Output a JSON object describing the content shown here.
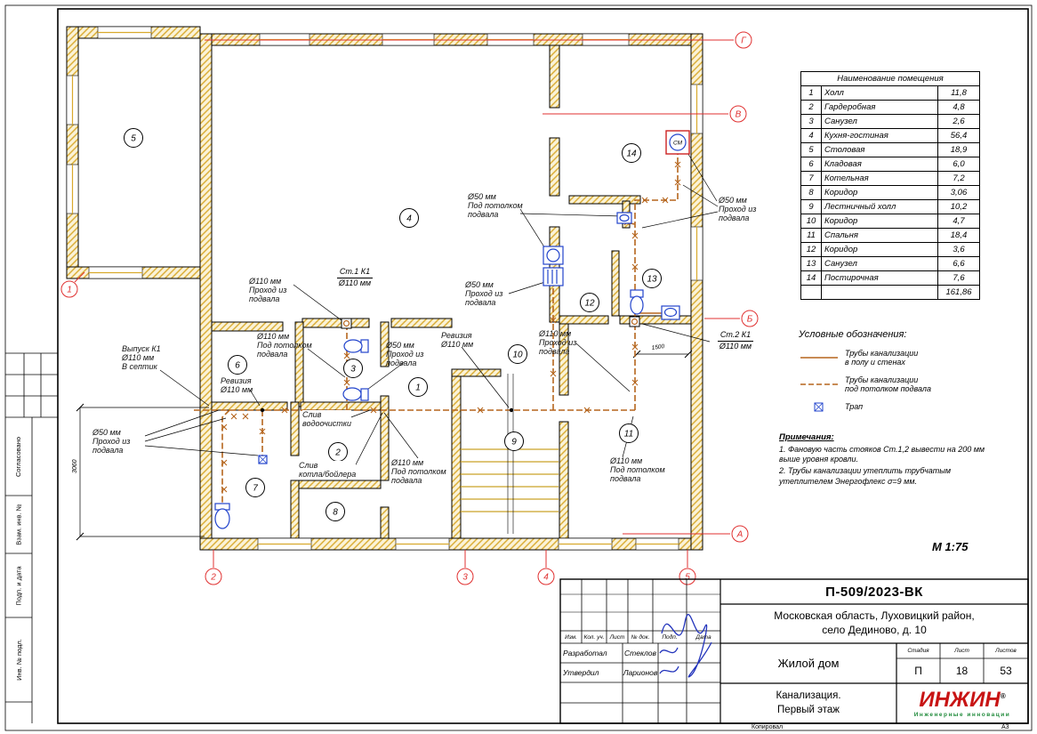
{
  "sheet": {
    "scale": "М 1:75",
    "copied": "Копировал",
    "format": "А3"
  },
  "side_strip": {
    "labels": [
      "Согласовано",
      "Взам. инв. №",
      "Подп. и дата",
      "Инв. № подл."
    ]
  },
  "room_table": {
    "header": "Наименование помещения",
    "rows": [
      {
        "n": "1",
        "name": "Холл",
        "area": "11,8"
      },
      {
        "n": "2",
        "name": "Гардеробная",
        "area": "4,8"
      },
      {
        "n": "3",
        "name": "Санузел",
        "area": "2,6"
      },
      {
        "n": "4",
        "name": "Кухня-гостиная",
        "area": "56,4"
      },
      {
        "n": "5",
        "name": "Столовая",
        "area": "18,9"
      },
      {
        "n": "6",
        "name": "Кладовая",
        "area": "6,0"
      },
      {
        "n": "7",
        "name": "Котельная",
        "area": "7,2"
      },
      {
        "n": "8",
        "name": "Коридор",
        "area": "3,06"
      },
      {
        "n": "9",
        "name": "Лестничный  холл",
        "area": "10,2"
      },
      {
        "n": "10",
        "name": "Коридор",
        "area": "4,7"
      },
      {
        "n": "11",
        "name": "Спальня",
        "area": "18,4"
      },
      {
        "n": "12",
        "name": "Коридор",
        "area": "3,6"
      },
      {
        "n": "13",
        "name": "Санузел",
        "area": "6,6"
      },
      {
        "n": "14",
        "name": "Постирочная",
        "area": "7,6"
      }
    ],
    "total": "161,86"
  },
  "legend": {
    "title": "Условные обозначения:",
    "items": [
      "Трубы канализации\nв полу и стенах",
      "Трубы канализации\nпод потолком подвала",
      "Трап"
    ]
  },
  "notes": {
    "title": "Примечания:",
    "line1": "1.   Фановую часть стояков Ст.1,2 вывести на 200 мм выше уровня кровли.",
    "line2": "2.   Трубы канализации утеплить трубчатым утеплителем Энергофлекс σ=9 мм."
  },
  "plan": {
    "axes_h": [
      "Г",
      "В",
      "Б",
      "А"
    ],
    "axes_v": [
      "1",
      "2",
      "3",
      "4",
      "5"
    ],
    "room_numbers": [
      "1",
      "2",
      "3",
      "4",
      "5",
      "6",
      "7",
      "8",
      "9",
      "10",
      "11",
      "12",
      "13",
      "14"
    ],
    "annotations": {
      "vypusk": "Выпуск К1\nØ110 мм\nВ септик",
      "d50_podval_left": "Ø50 мм\nПроход из\nподвала",
      "rev1": "Ревизия\nØ110 мм",
      "d110_podval_1": "Ø110 мм\nПроход из\nподвала",
      "st1a": "Ст.1  К1",
      "st1b": "Ø110 мм",
      "d110_ceiling_1": "Ø110 мм\nПод потолком\nподвала",
      "d50_podval_center": "Ø50 мм\nПроход из\nподвала",
      "rev2": "Ревизия\nØ110 мм",
      "sliv_vodoochistki": "Слив\nводоочистки",
      "sliv_kotla": "Слив\nкотла/бойлера",
      "d110_ceiling_2": "Ø110 мм\nПод потолком\nподвала",
      "d50_ceiling_top": "Ø50 мм\nПод потолком\nподвала",
      "d50_podval_mid": "Ø50 мм\nПроход из\nподвала",
      "d110_podval_2": "Ø110 мм\nПроход из\nподвала",
      "d50_podval_right": "Ø50 мм\nПроход из\nподвала",
      "st2a": "Ст.2  К1",
      "st2b": "Ø110 мм",
      "d110_ceiling_3": "Ø110 мм\nПод потолком\nподвала",
      "sm": "СМ",
      "dim_3060": "3060",
      "dim_1500": "1500"
    }
  },
  "title_block": {
    "doc_number": "П-509/2023-ВК",
    "address": "Московская область, Луховицкий район,\nсело Дединово, д. 10",
    "object_name": "Жилой дом",
    "sheet_name": "Канализация.\nПервый этаж",
    "cols": [
      "Изм.",
      "Кол. уч.",
      "Лист",
      "№ док.",
      "Подп.",
      "Дата"
    ],
    "role1": "Разработал",
    "name1": "Стеклов",
    "role2": "Утвердил",
    "name2": "Ларионов",
    "stage_label": "Стадия",
    "sheet_label": "Лист",
    "sheets_label": "Листов",
    "stage": "П",
    "sheet": "18",
    "sheets": "53",
    "logo": "ИНЖИН",
    "logo_reg": "®",
    "logo_sub": "Инженерные инновации"
  }
}
